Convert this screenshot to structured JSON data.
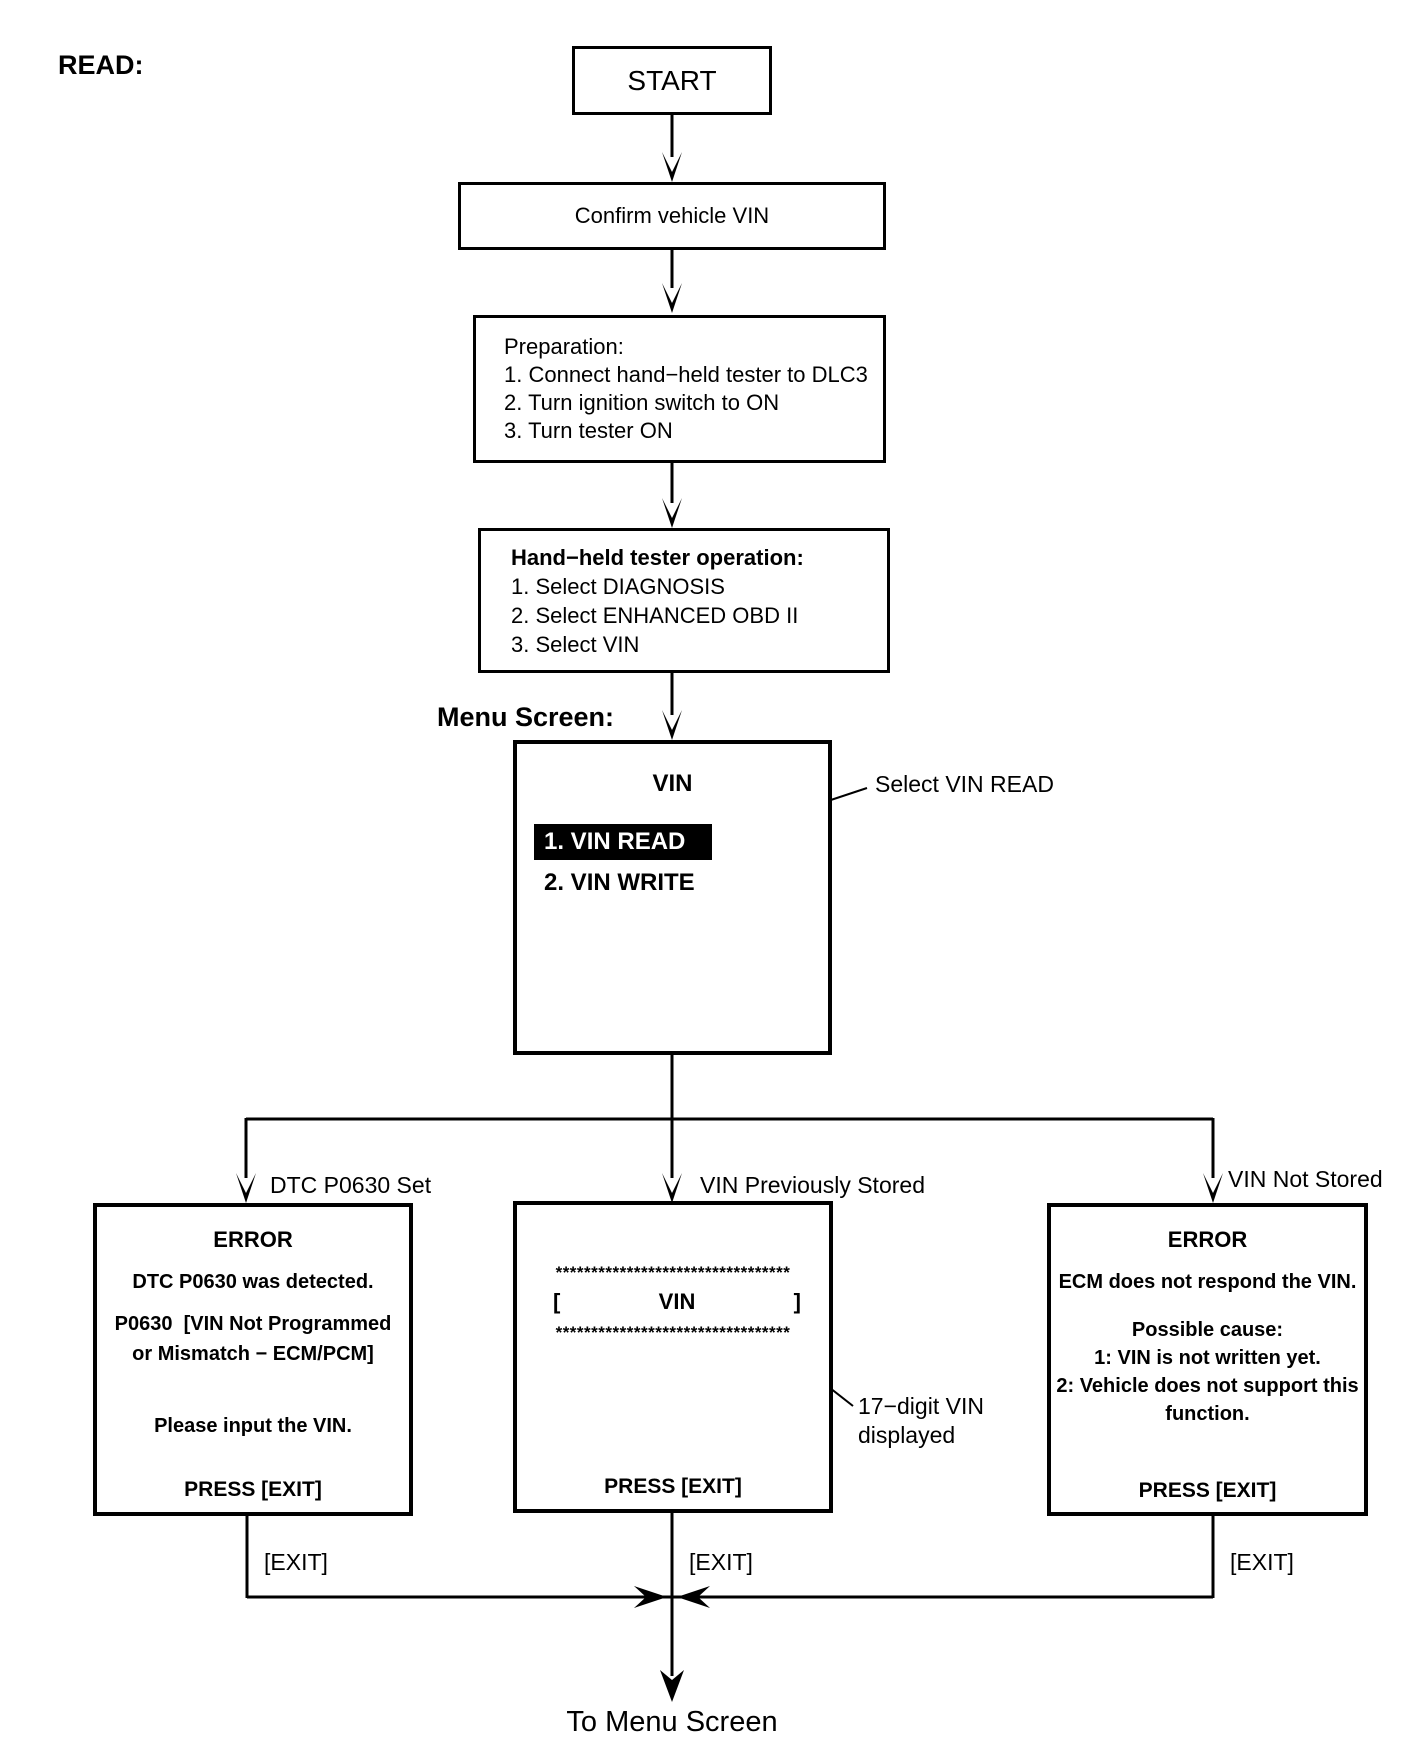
{
  "header": {
    "read_label": "READ:"
  },
  "flow": {
    "start_label": "START",
    "confirm_label": "Confirm vehicle VIN",
    "preparation": {
      "title": "Preparation:",
      "step1": "1. Connect hand−held tester to DLC3",
      "step2": "2. Turn ignition switch to ON",
      "step3": "3. Turn tester ON"
    },
    "tester_operation": {
      "title": "Hand−held tester operation:",
      "step1": "1. Select DIAGNOSIS",
      "step2": "2. Select ENHANCED OBD II",
      "step3": "3. Select VIN"
    },
    "menu_screen_label": "Menu Screen:",
    "menu": {
      "title": "VIN",
      "item_read": "1. VIN READ",
      "item_write": "2. VIN WRITE"
    },
    "select_callout": "Select VIN READ"
  },
  "branches": {
    "dtc_set": {
      "label": "DTC P0630 Set",
      "title": "ERROR",
      "line1": "DTC P0630 was detected.",
      "line2": "P0630  [VIN Not Programmed",
      "line3": "or Mismatch − ECM/PCM]",
      "line4": "Please input the VIN.",
      "press": "PRESS [EXIT]",
      "exit_label": "[EXIT]"
    },
    "stored": {
      "label": "VIN Previously Stored",
      "asterisks_top": "*********************************",
      "bracket_open": "[",
      "vin_label": "VIN",
      "bracket_close": "]",
      "asterisks_bottom": "*********************************",
      "press": "PRESS [EXIT]",
      "exit_label": "[EXIT]",
      "callout_line1": "17−digit VIN",
      "callout_line2": "displayed"
    },
    "not_stored": {
      "label": "VIN Not Stored",
      "title": "ERROR",
      "line1": "ECM does not respond the VIN.",
      "line2": "Possible cause:",
      "line3": "1: VIN is not written yet.",
      "line4": "2: Vehicle does not support this",
      "line5": "function.",
      "press": "PRESS [EXIT]",
      "exit_label": "[EXIT]"
    }
  },
  "footer": {
    "to_menu_label": "To Menu Screen"
  }
}
